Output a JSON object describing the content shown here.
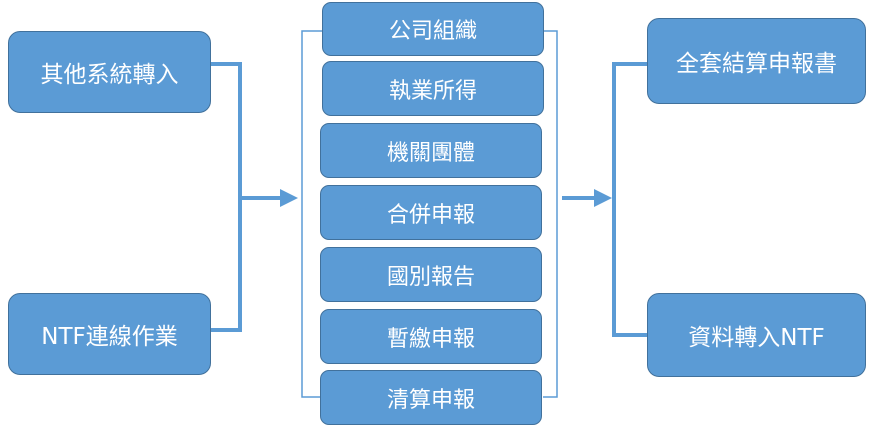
{
  "inputs": [
    "其他系統轉入",
    "NTF連線作業"
  ],
  "categories": [
    "公司組織",
    "執業所得",
    "機關團體",
    "合併申報",
    "國別報告",
    "暫繳申報",
    "清算申報"
  ],
  "outputs": [
    "全套結算申報書",
    "資料轉入NTF"
  ],
  "colors": {
    "box_fill": "#5b9bd5",
    "box_border": "#41719c",
    "connector": "#5b9bd5",
    "bracket": "#5b9bd5"
  }
}
